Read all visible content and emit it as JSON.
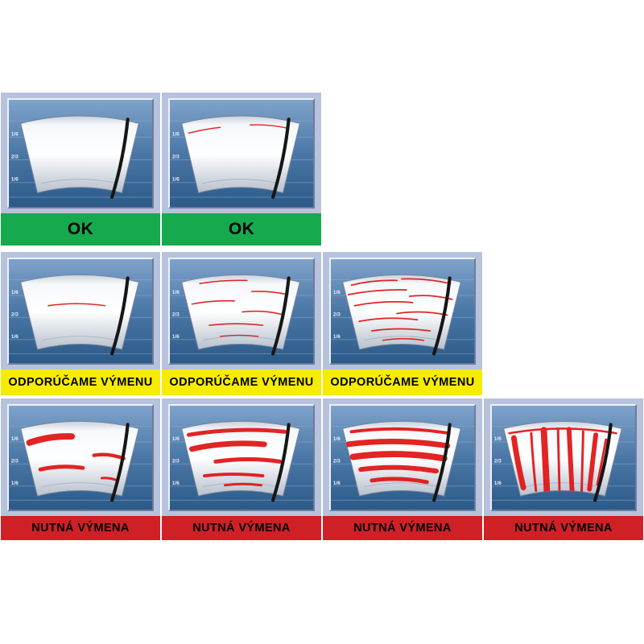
{
  "title": "wiper-blade-wear-comparison-chart",
  "scale_labels": [
    "1/6",
    "2/3",
    "1/6"
  ],
  "colors": {
    "cell_bg": "#b7c2dc",
    "panel_top": "#7fa3cb",
    "panel_bottom": "#2c5a88",
    "streak": "#e01212",
    "blade": "#161616",
    "ok_green": "#17a94e",
    "warn_yellow": "#f6ec00",
    "alert_red": "#cf2026",
    "label_text": "#000000"
  },
  "rows": [
    {
      "label": "OK",
      "label_bg": "#17a94e",
      "label_color": "#000000",
      "cells": [
        {
          "id": "cell-ok-1",
          "streaks": []
        },
        {
          "id": "cell-ok-2",
          "streaks": [
            [
              24,
              41,
              64,
              34,
              44,
              36,
              1.4
            ],
            [
              102,
              31,
              150,
              35,
              126,
              30,
              1.4
            ]
          ]
        }
      ]
    },
    {
      "label": "ODPORÚČAME VÝMENU",
      "label_bg": "#f6ec00",
      "label_color": "#000000",
      "cells": [
        {
          "id": "cell-recommend-1",
          "streaks": [
            [
              50,
              59,
              122,
              59,
              86,
              54,
              1.6
            ]
          ]
        },
        {
          "id": "cell-recommend-2",
          "streaks": [
            [
              38,
              31,
              98,
              27,
              68,
              26,
              1.6
            ],
            [
              104,
              41,
              150,
              45,
              128,
              40,
              1.6
            ],
            [
              28,
              57,
              82,
              53,
              54,
              52,
              1.6
            ],
            [
              92,
              67,
              142,
              70,
              118,
              64,
              1.6
            ],
            [
              50,
              84,
              118,
              84,
              84,
              80,
              1.6
            ],
            [
              64,
              98,
              112,
              98,
              88,
              95,
              1.4
            ]
          ]
        },
        {
          "id": "cell-recommend-3",
          "streaks": [
            [
              26,
              33,
              84,
              27,
              54,
              26,
              1.8
            ],
            [
              90,
              25,
              152,
              31,
              122,
              24,
              1.8
            ],
            [
              22,
              45,
              96,
              39,
              58,
              38,
              1.8
            ],
            [
              100,
              47,
              154,
              51,
              128,
              44,
              1.8
            ],
            [
              30,
              59,
              104,
              55,
              66,
              52,
              1.8
            ],
            [
              84,
              69,
              148,
              71,
              116,
              64,
              1.8
            ],
            [
              36,
              79,
              110,
              77,
              72,
              72,
              1.8
            ],
            [
              52,
              91,
              126,
              91,
              88,
              86,
              1.8
            ],
            [
              66,
              103,
              118,
              103,
              92,
              99,
              1.6
            ]
          ]
        }
      ]
    },
    {
      "label": "NUTNÁ VÝMENA",
      "label_bg": "#cf2026",
      "label_color": "#000000",
      "cells": [
        {
          "id": "cell-replace-1",
          "streaks": [
            [
              26,
              47,
              80,
              39,
              52,
              38,
              8
            ],
            [
              108,
              63,
              146,
              67,
              126,
              60,
              4.5
            ],
            [
              40,
              81,
              94,
              79,
              66,
              75,
              5
            ],
            [
              118,
              92,
              138,
              95,
              128,
              91,
              3
            ]
          ]
        },
        {
          "id": "cell-replace-2",
          "streaks": [
            [
              24,
              37,
              146,
              33,
              84,
              27,
              5
            ],
            [
              28,
              55,
              120,
              49,
              72,
              45,
              7
            ],
            [
              58,
              71,
              140,
              71,
              100,
              65,
              5
            ],
            [
              44,
              89,
              118,
              89,
              80,
              85,
              4
            ],
            [
              70,
              101,
              116,
              101,
              92,
              98,
              3
            ]
          ]
        },
        {
          "id": "cell-replace-3",
          "streaks": [
            [
              26,
              33,
              150,
              35,
              88,
              25,
              4
            ],
            [
              22,
              49,
              148,
              51,
              84,
              41,
              7
            ],
            [
              28,
              65,
              144,
              67,
              86,
              57,
              8
            ],
            [
              38,
              81,
              134,
              83,
              86,
              75,
              6
            ],
            [
              52,
              95,
              122,
              97,
              86,
              90,
              5
            ]
          ]
        },
        {
          "id": "cell-replace-4",
          "streaks": [
            [
              22,
              35,
              158,
              35,
              90,
              23,
              2.5
            ],
            [
              28,
              41,
              40,
              104,
              32,
              70,
              7
            ],
            [
              50,
              35,
              56,
              108,
              52,
              70,
              3
            ],
            [
              66,
              31,
              70,
              110,
              68,
              70,
              8
            ],
            [
              84,
              29,
              86,
              112,
              85,
              70,
              3
            ],
            [
              98,
              30,
              102,
              112,
              100,
              70,
              6
            ],
            [
              116,
              33,
              114,
              110,
              115,
              70,
              3
            ],
            [
              132,
              37,
              124,
              106,
              128,
              70,
              6
            ],
            [
              145,
              43,
              134,
              100,
              140,
              70,
              3
            ]
          ]
        }
      ]
    }
  ]
}
